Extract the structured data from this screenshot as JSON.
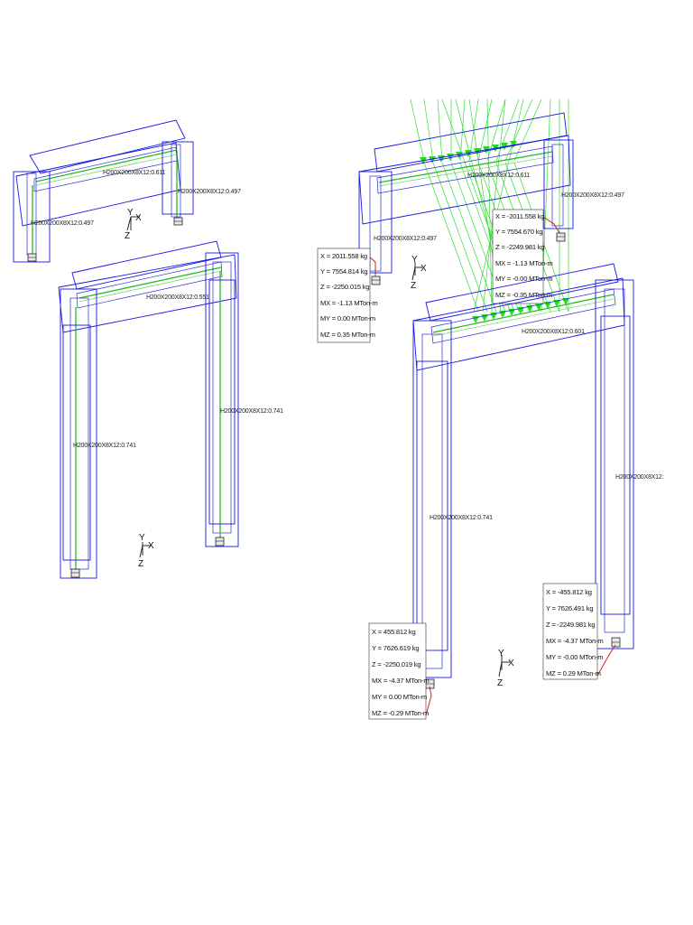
{
  "axis_labels": {
    "x": "X",
    "y": "Y",
    "z": "Z"
  },
  "left_views": {
    "top": {
      "beam_label": "H200X200X8X12:0.611",
      "right_column_label": "H200X200X8X12:0.497",
      "left_column_label": "H200X200X8X12:0.497"
    },
    "bottom": {
      "beam_label": "H200X200X8X12:0.551",
      "right_column_label": "H200X200X8X12:0.741",
      "left_column_label": "H200X200X8X12:0.741"
    }
  },
  "right_views": {
    "top": {
      "beam_label": "H200X200X8X12:0.611",
      "right_column_label": "H200X200X8X12:0.497",
      "left_column_label": "H200X200X8X12:0.497",
      "reaction_left": [
        "X = 2011.558 kg",
        "Y = 7554.814 kg",
        "Z = -2250.015 kg",
        "MX = -1.13 MTon-m",
        "MY = 0.00 MTon-m",
        "MZ = 0.35 MTon-m"
      ],
      "reaction_right": [
        "X = -2011.558 kg",
        "Y = 7554.670 kg",
        "Z = -2249.981 kg",
        "MX = -1.13 MTon-m",
        "MY = -0.00 MTon-m",
        "MZ = -0.35 MTon-m"
      ]
    },
    "bottom": {
      "beam_label": "H200X200X8X12:0.601",
      "right_column_label": "H200X200X8X12:",
      "left_column_label": "H200X200X8X12:0.741",
      "reaction_left": [
        "X = 455.812 kg",
        "Y = 7626.619 kg",
        "Z = -2250.019 kg",
        "MX = -4.37 MTon-m",
        "MY = 0.00 MTon-m",
        "MZ = -0.29 MTon-m"
      ],
      "reaction_right": [
        "X = -455.812 kg",
        "Y = 7626.491 kg",
        "Z = -2249.981 kg",
        "MX = -4.37 MTon-m",
        "MY = -0.00 MTon-m",
        "MZ = 0.29 MTon-m"
      ]
    }
  },
  "colors": {
    "frame": "#1515e6",
    "beam": "#22bb22",
    "load": "#33dd33",
    "leader": "#cc1111",
    "text": "#111111"
  }
}
